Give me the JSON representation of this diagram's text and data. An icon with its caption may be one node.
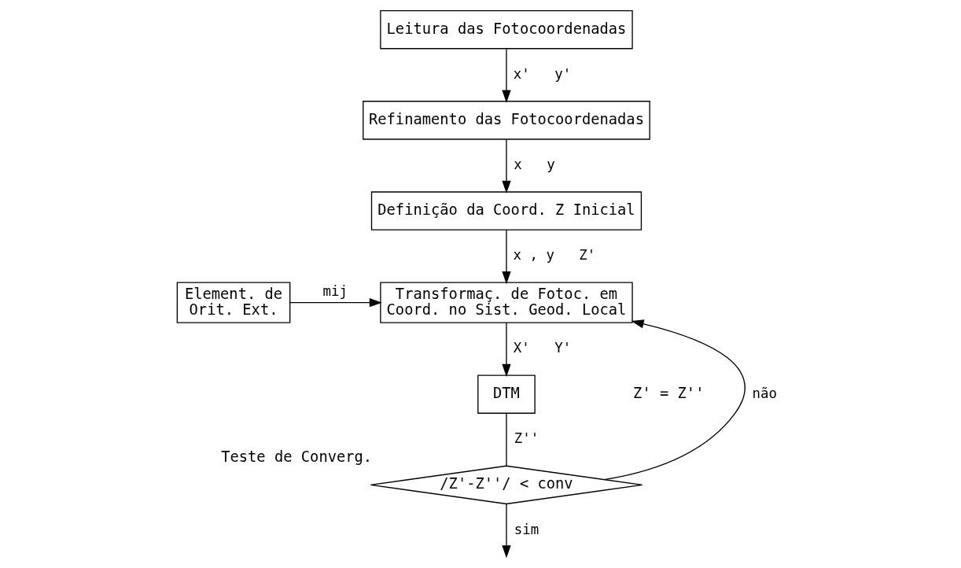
{
  "diagram": {
    "nodes": [
      {
        "text": [
          "Leitura das Fotocoordenadas"
        ]
      },
      {
        "text": [
          "Refinamento das Fotocoordenadas"
        ]
      },
      {
        "text": [
          "Definição da Coord. Z Inicial"
        ]
      },
      {
        "text": [
          "Element. de Orit. Ext."
        ]
      },
      {
        "text": [
          "Transformaç. de Fotoc. em Coord. no Sist. Geod. Local"
        ]
      },
      {
        "text": [
          "DTM"
        ]
      },
      {
        "text": [
          "/Z'-Z''/ < conv"
        ],
        "beside": [
          "Teste de Converg."
        ]
      }
    ],
    "edges": [
      {
        "from": 0,
        "to": 1,
        "arrow": "to",
        "label": "x'   y'"
      },
      {
        "from": 1,
        "to": 2,
        "arrow": "to",
        "label": "x   y"
      },
      {
        "from": 2,
        "to": 4,
        "arrow": "to",
        "label": "x , y   Z'"
      },
      {
        "from": 3,
        "to": 4,
        "arrow": "to",
        "label": "mij"
      },
      {
        "from": 4,
        "to": 5,
        "arrow": "to",
        "label": "X'   Y'"
      },
      {
        "from": 5,
        "to": 6,
        "arrow": "none",
        "label": "Z''"
      },
      {
        "from": 6,
        "to": 4,
        "arrow": "to",
        "label": "não"
      },
      {
        "from": 6,
        "to": null,
        "arrow": "to",
        "label": "sim"
      }
    ],
    "labels": [
      "Z' = Z''"
    ]
  }
}
